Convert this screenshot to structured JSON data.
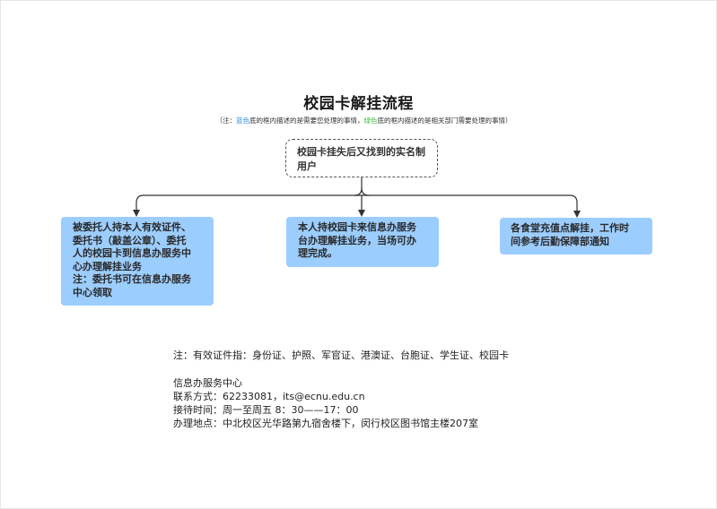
{
  "diagram": {
    "title": "校园卡解挂流程",
    "note": {
      "prefix": "（注：",
      "blue_word": "蓝色",
      "middle": "底的框内描述的是需要您处理的事情，",
      "green_word": "绿色",
      "suffix": "底的框内描述的是相关部门需要处理的事情）"
    },
    "start_node": {
      "text": "校园卡挂失后又找到的实名制用户"
    },
    "branches": [
      {
        "lines": [
          "被委托人持本人有效证件、",
          "委托书（敲盖公章）、委托",
          "人的校园卡到信息办服务中",
          "心办理解挂业务",
          "注：委托书可在信息办服务",
          "中心领取"
        ]
      },
      {
        "lines": [
          "本人持校园卡来信息办服务",
          "台办理解挂业务，当场可办",
          "理完成。"
        ]
      },
      {
        "lines": [
          "各食堂充值点解挂，工作时",
          "间参考后勤保障部通知"
        ]
      }
    ],
    "colors": {
      "action_box": "#9ccdff",
      "blue_note": "#2e8ee0",
      "green_note": "#3fbf3f",
      "connector": "#333333"
    }
  },
  "footnote": "注：有效证件指：身份证、护照、军官证、港澳证、台胞证、学生证、校园卡",
  "contact": {
    "org": "信息办服务中心",
    "phone": "联系方式：62233081，its@ecnu.edu.cn",
    "hours": "接待时间：周一至周五 8：30——17：00",
    "address": "办理地点：中北校区光华路第九宿舍楼下，闵行校区图书馆主楼207室"
  }
}
